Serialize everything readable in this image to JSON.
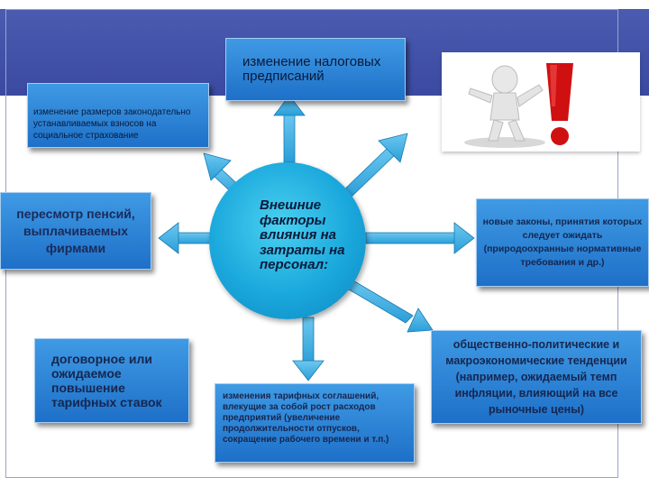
{
  "center": {
    "text": "Внешние факторы влияния на затраты на персонал:"
  },
  "factors": {
    "tax": "изменение налоговых предписаний",
    "insurance": "изменение размеров законодательно устанавливаемых взносов на социальное страхование",
    "pension": "пересмотр пенсий, выплачиваемых фирмами",
    "contract": "договорное или ожидаемое повышение тарифных ставок",
    "tariff": "изменения тарифных соглашений, влекущие за собой рост расходов предприятий (увеличение продолжительности отпусков, сокращение рабочего времени и т.п.)",
    "laws": "новые законы, принятия которых следует ожидать (природоохранные нормативные требования и др.)",
    "social": "общественно-политические и макроэкономические тенденции (например, ожидаемый темп инфляции, влияющий на все рыночные цены)"
  },
  "colors": {
    "box_fill": "#2a86d8",
    "circle_fill": "#1aa8dc",
    "arrow_fill": "#3ab4e6",
    "header_band": "#4050a8",
    "exclamation": "#d01010"
  },
  "icons": {
    "picture": "figure-with-exclamation-mark"
  }
}
